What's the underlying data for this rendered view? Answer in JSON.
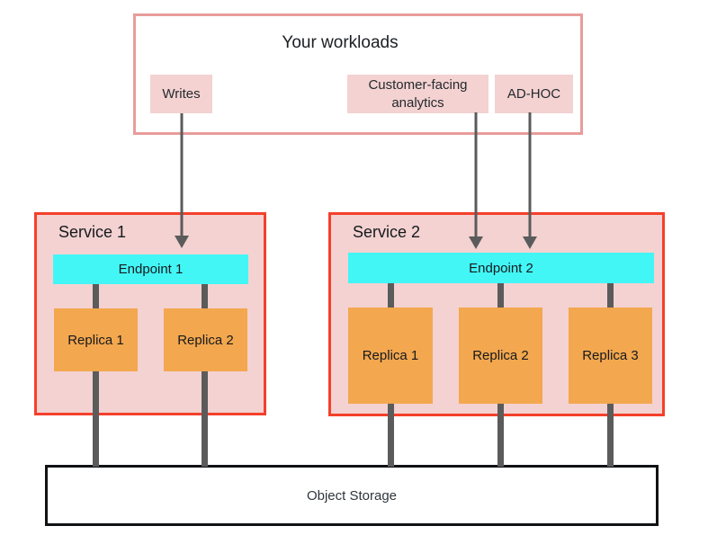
{
  "workloads": {
    "title": "Your workloads",
    "items": [
      {
        "label": "Writes"
      },
      {
        "label": "Customer-facing analytics"
      },
      {
        "label": "AD-HOC"
      }
    ]
  },
  "services": [
    {
      "name": "Service 1",
      "endpoint": "Endpoint 1",
      "replicas": [
        "Replica 1",
        "Replica 2"
      ]
    },
    {
      "name": "Service 2",
      "endpoint": "Endpoint 2",
      "replicas": [
        "Replica 1",
        "Replica 2",
        "Replica 3"
      ]
    }
  ],
  "storage": {
    "label": "Object Storage"
  },
  "colors": {
    "workloads_border": "#e89c9b",
    "workload_item_fill": "#f3d2d1",
    "service_border": "#f4402b",
    "service_fill": "#f3d2d1",
    "endpoint_fill": "#42f6f6",
    "replica_fill": "#f3a74e",
    "connector_gray": "#5b5b5b",
    "storage_border": "#101214",
    "text_dark": "#16191d"
  }
}
